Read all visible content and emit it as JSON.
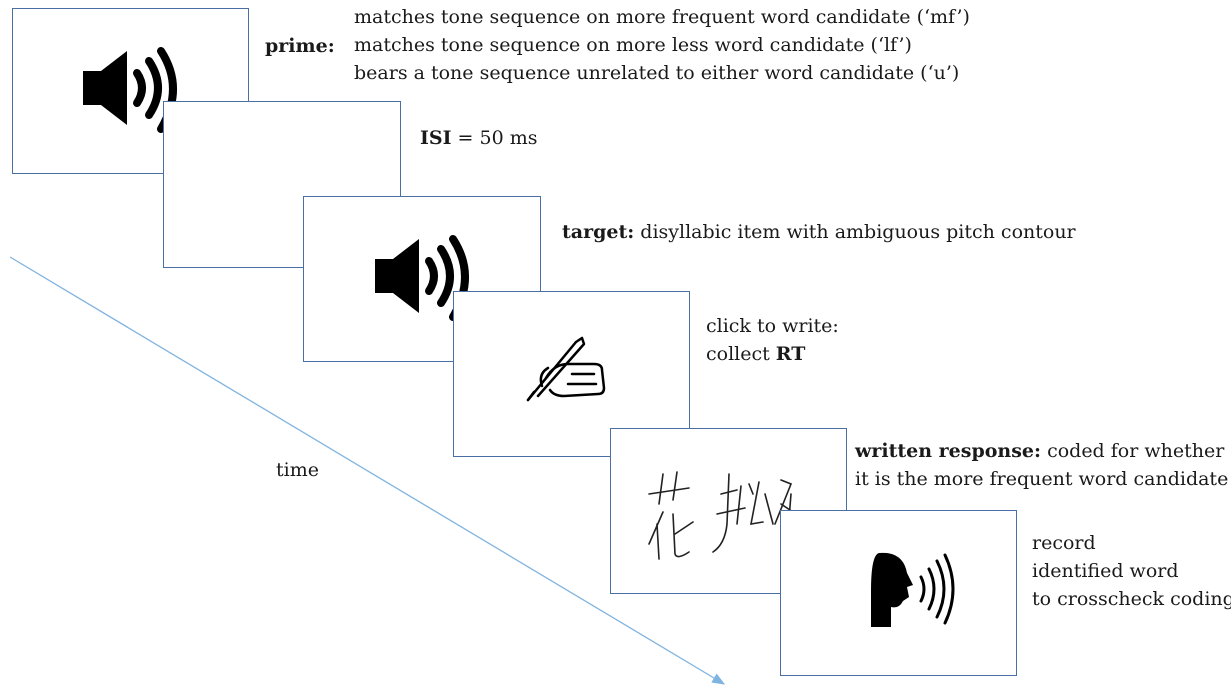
{
  "prime": {
    "label": "prime:",
    "lines": [
      "matches tone sequence on more frequent word candidate (‘mf’)",
      "matches tone sequence on more less word candidate (‘lf’)",
      "bears a tone sequence unrelated to either word candidate (‘u’)"
    ]
  },
  "isi": {
    "label": "ISI",
    "text": " = 50 ms"
  },
  "target": {
    "label": "target:",
    "text": " disyllabic item with ambiguous pitch contour"
  },
  "click": {
    "line1": "click to write:",
    "line2_prefix": "collect ",
    "line2_bold": "RT"
  },
  "written": {
    "label": "written response:",
    "text": " coded for whether",
    "line2": "it is the more frequent word candidate"
  },
  "record": {
    "lines": [
      "record",
      "identified word",
      "to crosscheck coding"
    ]
  },
  "time_label": "time",
  "icons": [
    "speaker-icon",
    "blank-screen",
    "speaker-icon",
    "writing-hand-icon",
    "handwriting-sample",
    "speaking-head-icon"
  ],
  "colors": {
    "panel_border": "#4a6fa5",
    "arrow": "#7fb3e0",
    "icon": "#000000"
  }
}
